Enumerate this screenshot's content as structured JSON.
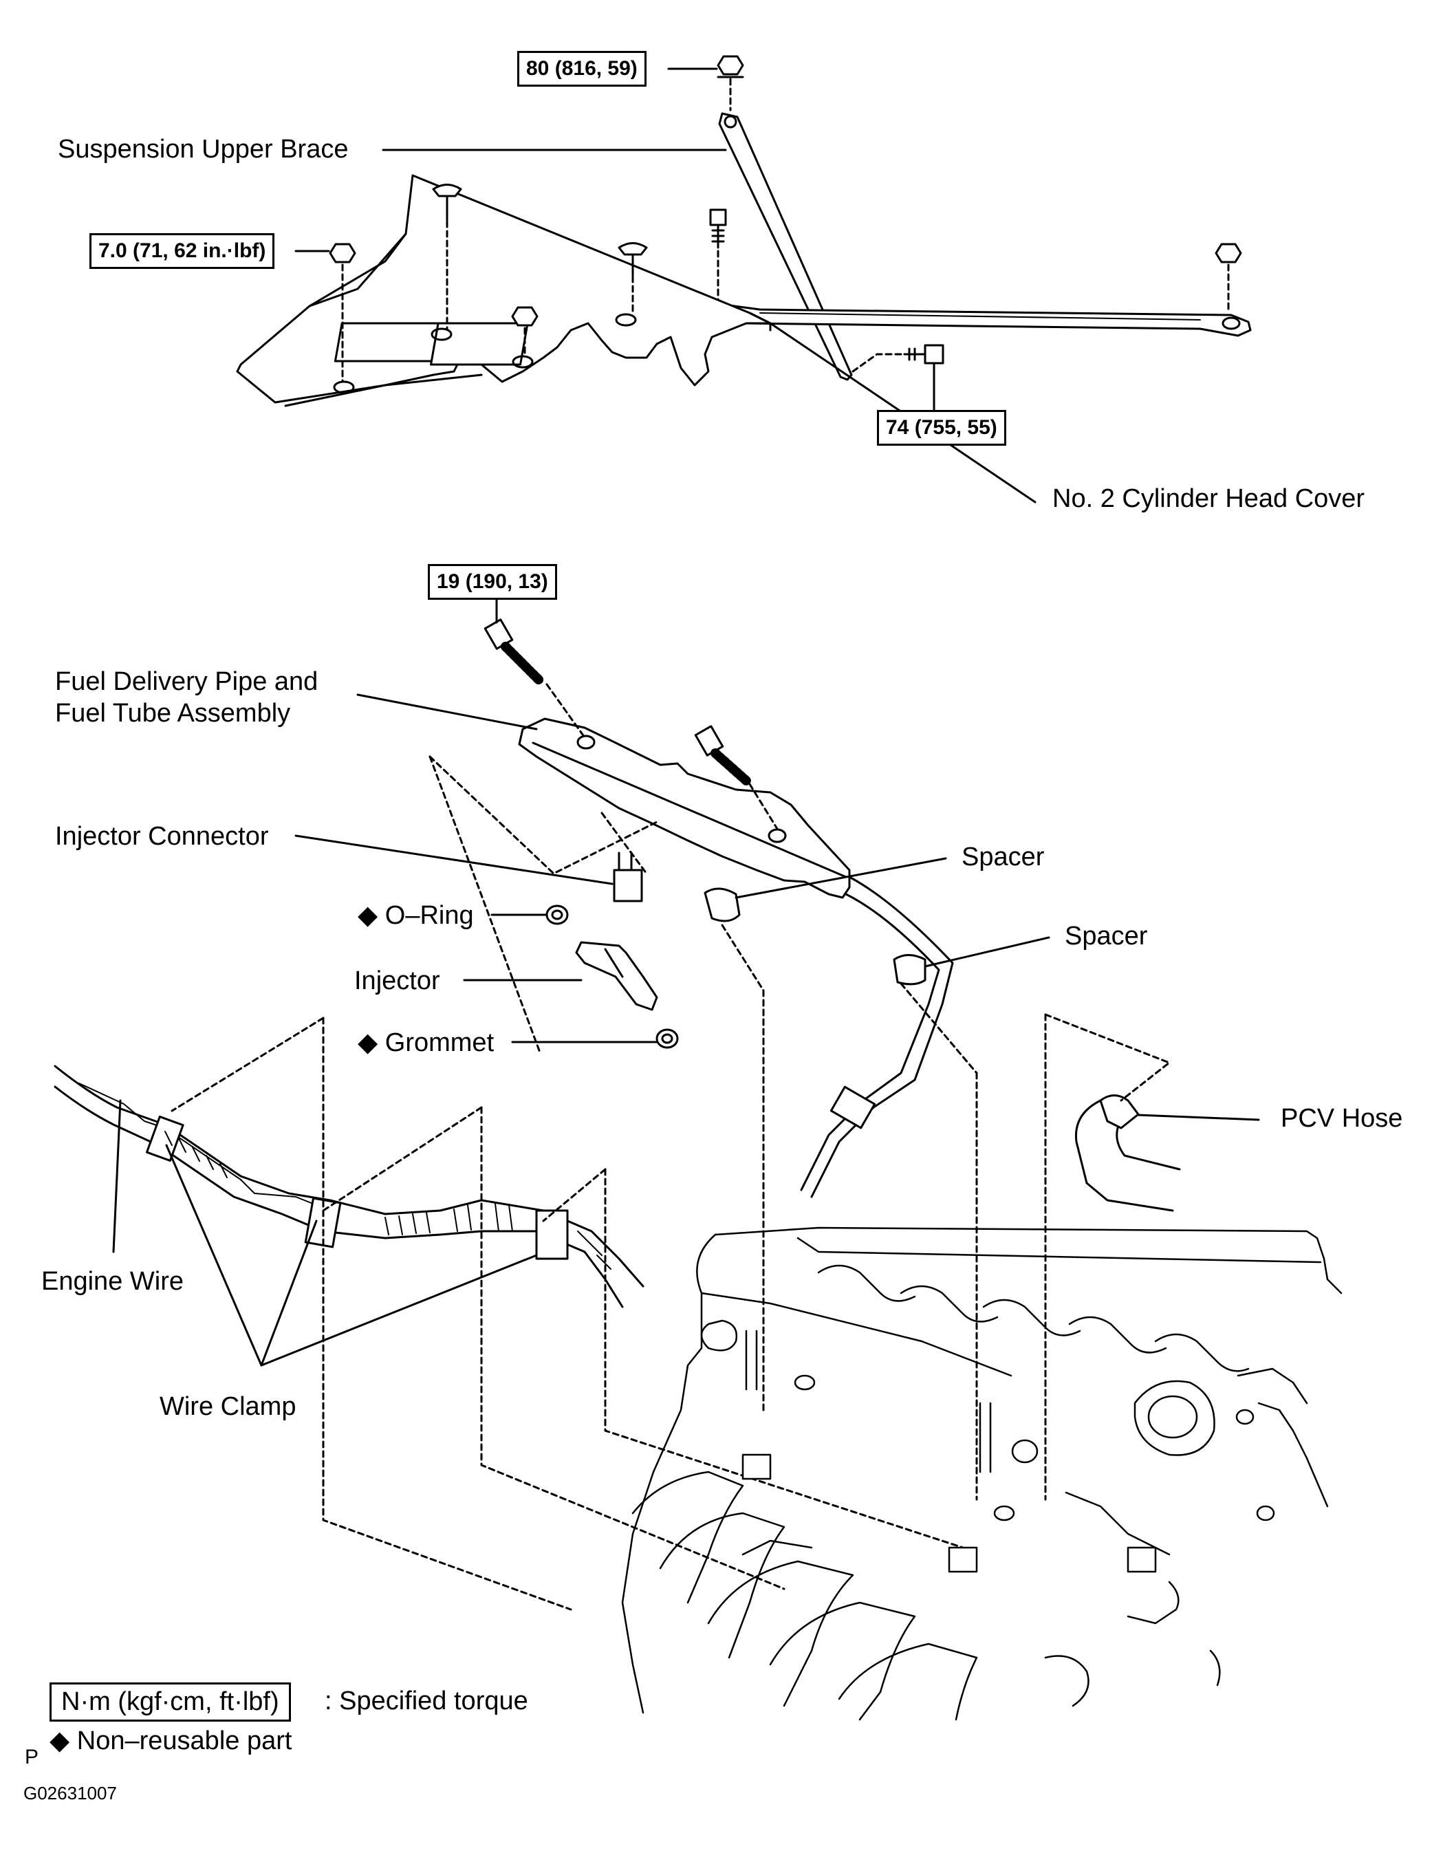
{
  "torque_specs": {
    "brace_nut": "80 (816, 59)",
    "cover_nut": "7.0 (71, 62 in.·lbf)",
    "brace_bolt": "74 (755, 55)",
    "pipe_bolt": "19 (190, 13)"
  },
  "labels": {
    "suspension_upper_brace": "Suspension Upper Brace",
    "cylinder_head_cover": "No. 2 Cylinder Head Cover",
    "fuel_delivery_pipe_line1": "Fuel Delivery Pipe and",
    "fuel_delivery_pipe_line2": "Fuel Tube Assembly",
    "injector_connector": "Injector Connector",
    "o_ring": "◆ O–Ring",
    "injector": "Injector",
    "grommet": "◆ Grommet",
    "spacer_1": "Spacer",
    "spacer_2": "Spacer",
    "pcv_hose": "PCV Hose",
    "engine_wire": "Engine Wire",
    "wire_clamp": "Wire Clamp"
  },
  "legend": {
    "torque_unit": "N·m (kgf·cm, ft·lbf)",
    "torque_desc": ": Specified torque",
    "non_reusable": "◆ Non–reusable part",
    "corner_mark": "P"
  },
  "figure_id": "G02631007"
}
